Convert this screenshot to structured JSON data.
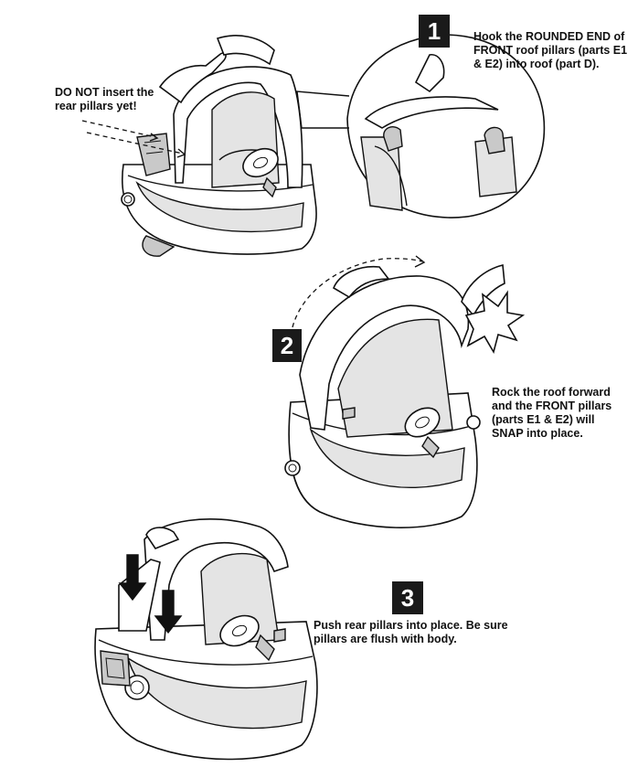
{
  "steps": [
    {
      "number": "1",
      "lines": [
        "Hook the ROUNDED END of",
        "FRONT roof pillars (parts E1",
        "& E2) into roof (part D)."
      ]
    },
    {
      "number": "2",
      "lines": [
        "Rock the roof forward",
        "and the FRONT pillars",
        "(parts E1 & E2)  will",
        "SNAP into place."
      ]
    },
    {
      "number": "3",
      "lines": [
        "Push rear pillars into place. Be sure",
        "pillars are flush with body."
      ]
    }
  ],
  "warning": {
    "lines": [
      "DO NOT insert the",
      "rear pillars yet!"
    ]
  },
  "icons": [
    "hand-icon",
    "down-arrow-icon",
    "curved-arrow-icon",
    "snap-burst-icon"
  ]
}
